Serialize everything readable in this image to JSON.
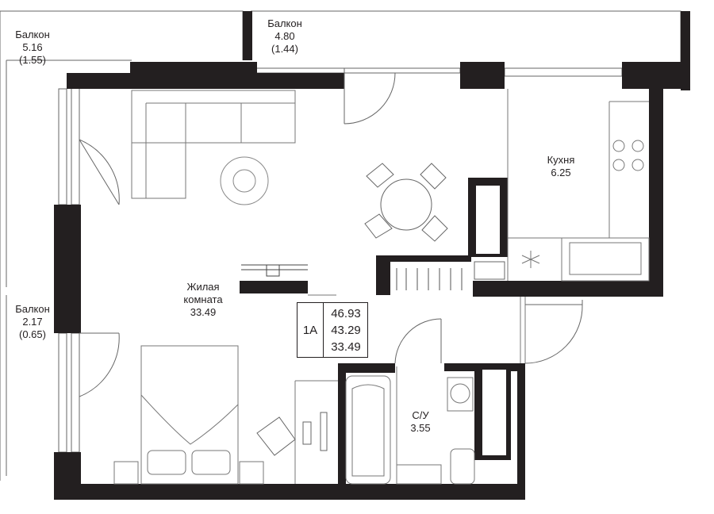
{
  "plan": {
    "apartment_type": "1А",
    "areas": {
      "total": "46.93",
      "living_total": "43.29",
      "living": "33.49"
    }
  },
  "rooms": {
    "balcony_left_top": {
      "name": "Балкон",
      "area": "5.16",
      "area_coef": "(1.55)"
    },
    "balcony_top": {
      "name": "Балкон",
      "area": "4.80",
      "area_coef": "(1.44)"
    },
    "balcony_left_bottom": {
      "name": "Балкон",
      "area": "2.17",
      "area_coef": "(0.65)"
    },
    "kitchen": {
      "name": "Кухня",
      "area": "6.25"
    },
    "living_room": {
      "name_line1": "Жилая",
      "name_line2": "комната",
      "area": "33.49"
    },
    "bathroom": {
      "name": "С/У",
      "area": "3.55"
    }
  },
  "colors": {
    "wall": "#231f20",
    "line": "#555555",
    "background": "#ffffff"
  }
}
